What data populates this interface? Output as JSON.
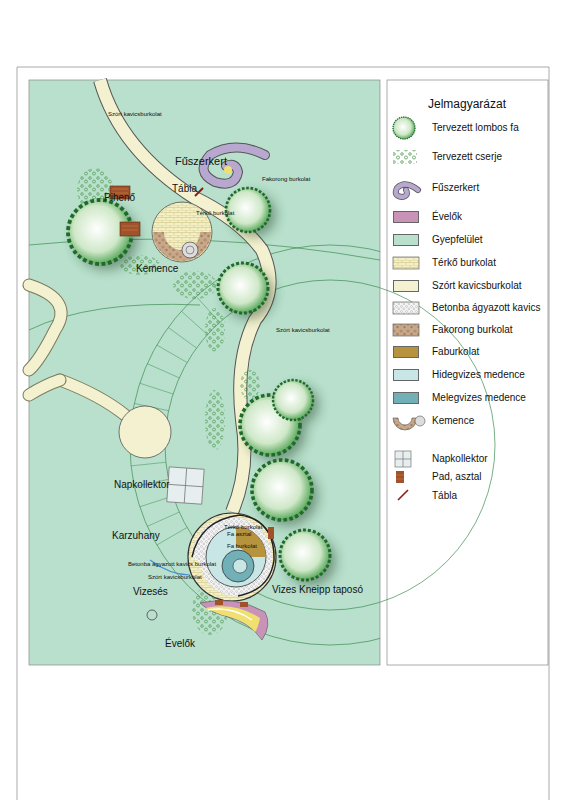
{
  "diagram": {
    "labels": [
      "Jelmagyarázat",
      "Szórt kavicsburkolat",
      "Fűszerkert",
      "Fakorong burkolat",
      "Tábla",
      "Térkő burkolat",
      "Pihenő",
      "Kemence",
      "Szórt kavicsburkolat",
      "Napkollektor",
      "Térkő burkolat",
      "Karzuhany",
      "Fa asztal",
      "Fa burkolat",
      "Betonba ágyazott kavics burkolat",
      "Szórt kavicsburkolat",
      "Vizesés",
      "Vizes Kneipp taposó",
      "Évelők"
    ],
    "legend": [
      {
        "text": "Tervezett lombos fa"
      },
      {
        "text": "Tervezett cserje"
      },
      {
        "text": "Fűszerkert"
      },
      {
        "text": "Évelők",
        "color": "#c993b8"
      },
      {
        "text": "Gyepfelület",
        "color": "#b8e0cc"
      },
      {
        "text": "Térkő burkolat"
      },
      {
        "text": "Szórt kavicsburkolat",
        "color": "#f3f1cf"
      },
      {
        "text": "Betonba ágyazott kavics"
      },
      {
        "text": "Fakorong burkolat"
      },
      {
        "text": "Faburkolat",
        "color": "#b8933e"
      },
      {
        "text": "Hidegvizes medence",
        "color": "#c8e6e6"
      },
      {
        "text": "Melegvizes medence",
        "color": "#72b0b8"
      },
      {
        "text": "Kemence"
      },
      {
        "text": "Napkollektor"
      },
      {
        "text": "Pad, asztal"
      },
      {
        "text": "Tábla"
      }
    ]
  }
}
